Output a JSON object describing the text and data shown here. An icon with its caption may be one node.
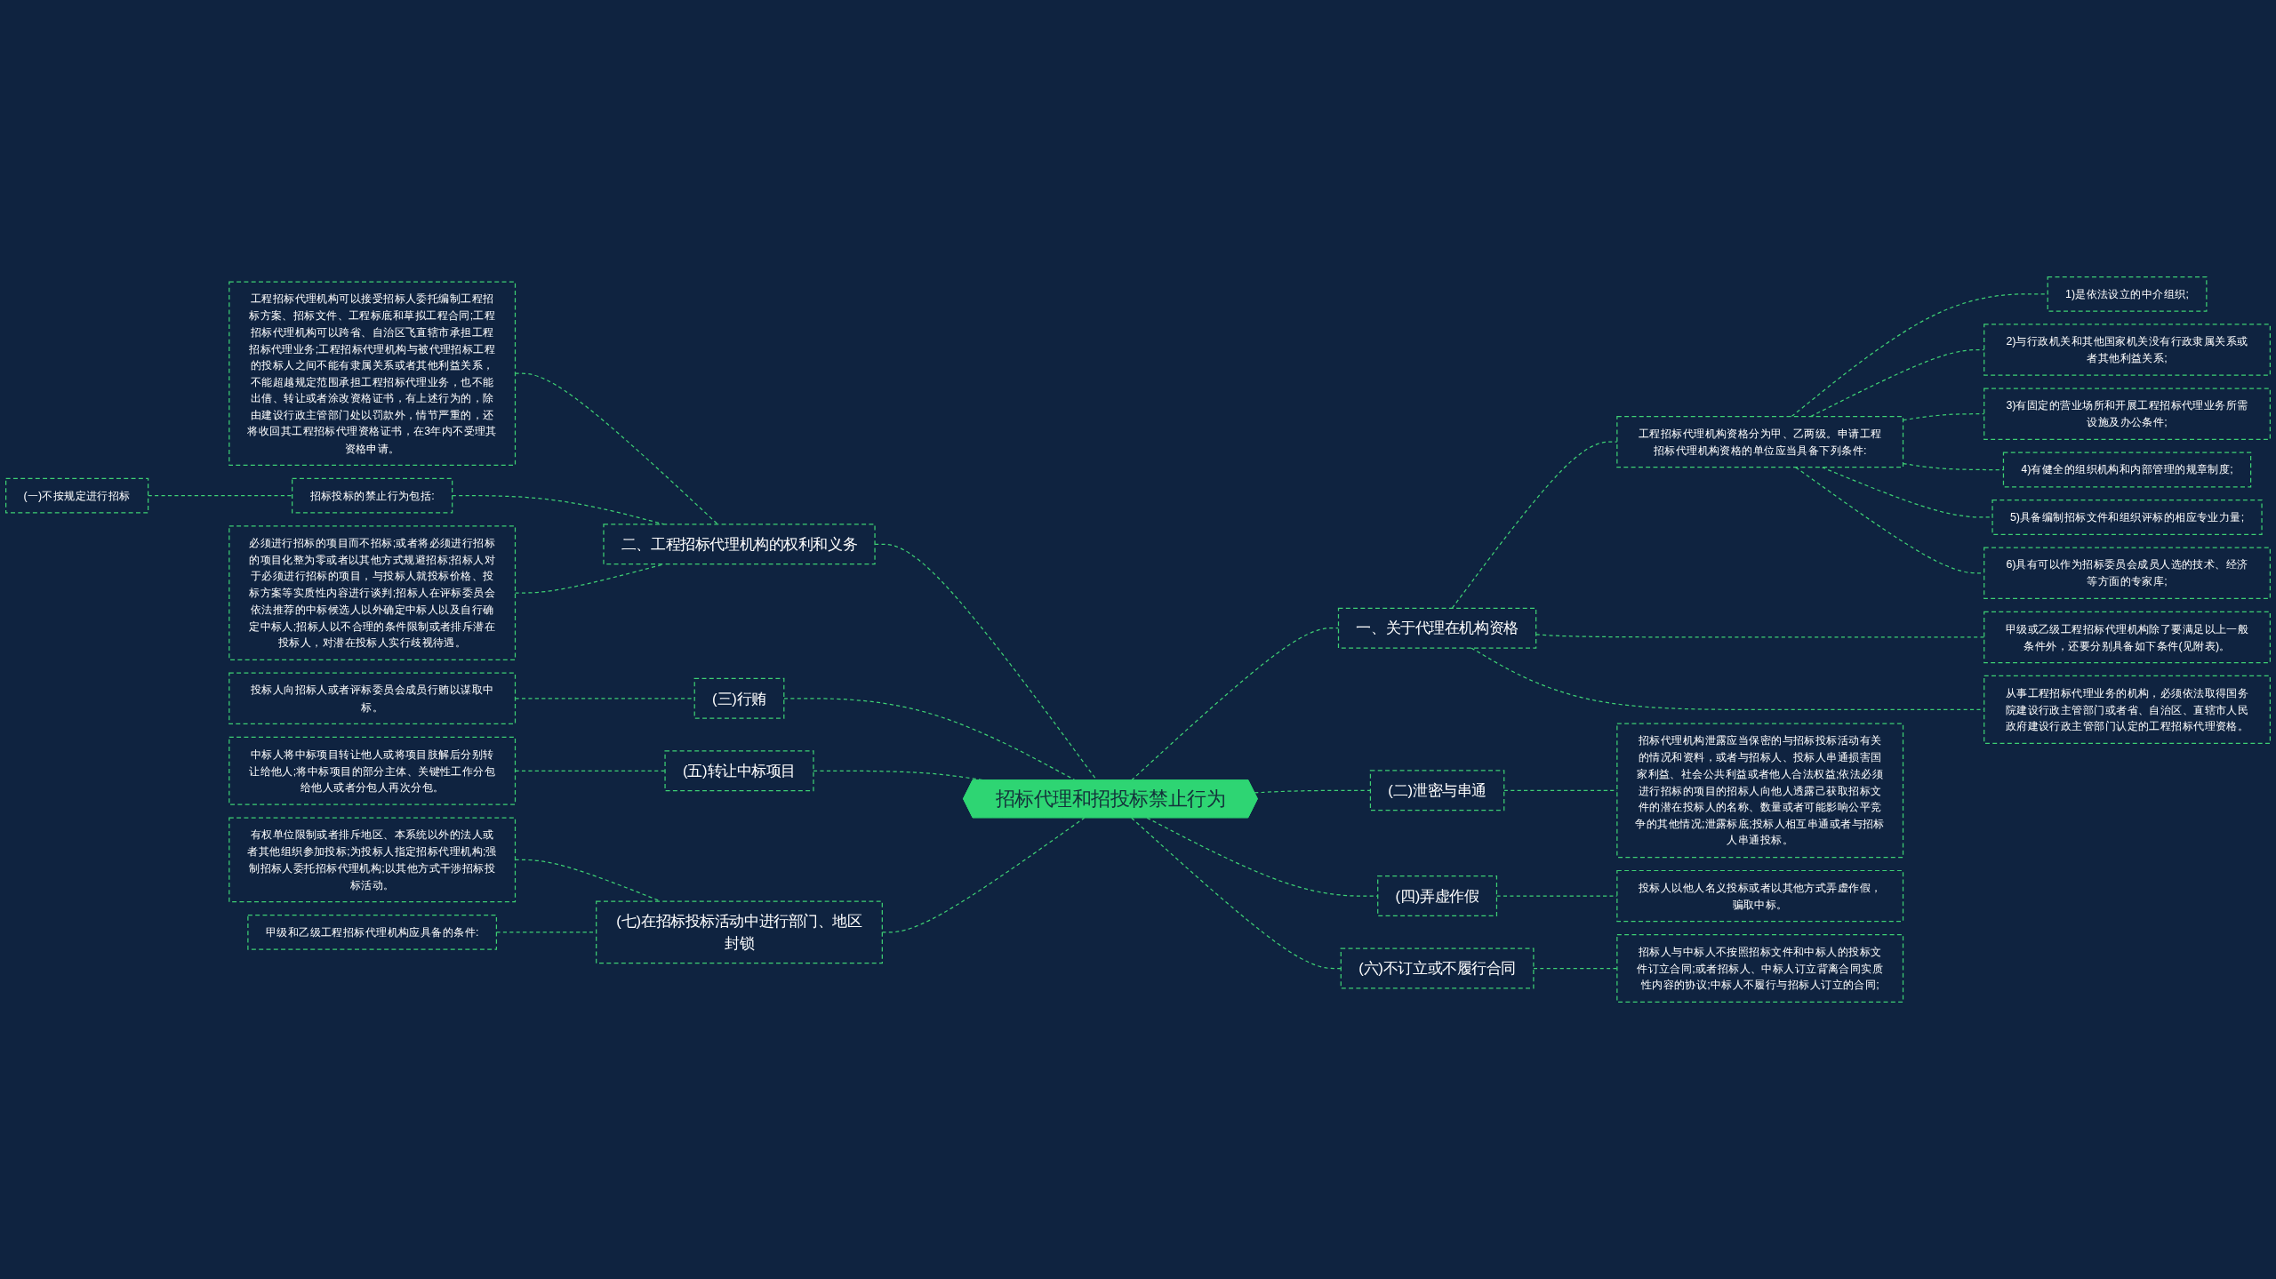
{
  "diagram": {
    "nodes": [
      {
        "text": [
          "招标代理和招投标禁止行为"
        ]
      },
      {
        "text": [
          "一、关于代理在机构资格"
        ]
      },
      {
        "text": [
          "工程招标代理机构资格分为甲、乙两级。申请工程招标代理机构资格的单位应当具备下列条件:"
        ]
      },
      {
        "text": [
          "1)是依法设立的中介组织;"
        ]
      },
      {
        "text": [
          "2)与行政机关和其他国家机关没有行政隶属关系或者其他利益关系;"
        ]
      },
      {
        "text": [
          "3)有固定的营业场所和开展工程招标代理业务所需设施及办公条件;"
        ]
      },
      {
        "text": [
          "4)有健全的组织机构和内部管理的规章制度;"
        ]
      },
      {
        "text": [
          "5)具备编制招标文件和组织评标的相应专业力量;"
        ]
      },
      {
        "text": [
          "6)具有可以作为招标委员会成员人选的技术、经济等方面的专家库;"
        ]
      },
      {
        "text": [
          "甲级或乙级工程招标代理机构除了要满足以上一般条件外，还要分别具备如下条件(见附表)。"
        ]
      },
      {
        "text": [
          "从事工程招标代理业务的机构，必须依法取得国务院建设行政主管部门或者省、自治区、直辖市人民政府建设行政主管部门认定的工程招标代理资格。"
        ]
      },
      {
        "text": [
          "(二)泄密与串通"
        ]
      },
      {
        "text": [
          "招标代理机构泄露应当保密的与招标投标活动有关的情况和资料，或者与招标人、投标人串通损害国家利益、社会公共利益或者他人合法权益;依法必须进行招标的项目的招标人向他人透露己获取招标文件的潜在投标人的名称、数量或者可能影响公平竞争的其他情况;泄露标底;投标人相互串通或者与招标人串通投标。"
        ]
      },
      {
        "text": [
          "(四)弄虚作假"
        ]
      },
      {
        "text": [
          "投标人以他人名义投标或者以其他方式弄虚作假，骗取中标。"
        ]
      },
      {
        "text": [
          "(六)不订立或不履行合同"
        ]
      },
      {
        "text": [
          "招标人与中标人不按照招标文件和中标人的投标文件订立合同;或者招标人、中标人订立背离合同实质性内容的协议;中标人不履行与招标人订立的合同;"
        ]
      },
      {
        "text": [
          "二、工程招标代理机构的权利和义务"
        ]
      },
      {
        "text": [
          "工程招标代理机构可以接受招标人委托编制工程招标方案、招标文件、工程标底和草拟工程合同;工程招标代理机构可以跨省、自治区飞直辖市承担工程招标代理业务;工程招标代理机构与被代理招标工程的投标人之间不能有隶属关系或者其他利益关系，不能超越规定范围承担工程招标代理业务，也不能出借、转让或者涂改资格证书，有上述行为的，除由建设行政主管部门处以罚款外，情节严重的，还将收回其工程招标代理资格证书，在3年内不受理其资格申请。"
        ]
      },
      {
        "text": [
          "招标投标的禁止行为包括:"
        ]
      },
      {
        "text": [
          "(一)不按规定进行招标"
        ]
      },
      {
        "text": [
          "必须进行招标的项目而不招标;或者将必须进行招标的项目化整为零或者以其他方式规避招标;招标人对于必须进行招标的项目，与投标人就投标价格、投标方案等实质性内容进行谈判;招标人在评标委员会依法推荐的中标候选人以外确定中标人以及自行确定中标人;招标人以不合理的条件限制或者排斥潜在投标人，对潜在投标人实行歧视待遇。"
        ]
      },
      {
        "text": [
          "(三)行贿"
        ]
      },
      {
        "text": [
          "投标人向招标人或者评标委员会成员行贿以谋取中标。"
        ]
      },
      {
        "text": [
          "(五)转让中标项目"
        ]
      },
      {
        "text": [
          "中标人将中标项目转让他人或将项目肢解后分别转让给他人;将中标项目的部分主体、关键性工作分包给他人或者分包人再次分包。"
        ]
      },
      {
        "text": [
          "(七)在招标投标活动中进行部门、地区封锁"
        ]
      },
      {
        "text": [
          "有权单位限制或者排斥地区、本系统以外的法人或者其他组织参加投标;为投标人指定招标代理机构;强制招标人委托招标代理机构;以其他方式干涉招标投标活动。"
        ]
      },
      {
        "text": [
          "甲级和乙级工程招标代理机构应具备的条件:"
        ]
      }
    ],
    "edges": [
      {
        "from": 0,
        "to": 1,
        "arrow": "none"
      },
      {
        "from": 1,
        "to": 2,
        "arrow": "none"
      },
      {
        "from": 2,
        "to": 3,
        "arrow": "none"
      },
      {
        "from": 2,
        "to": 4,
        "arrow": "none"
      },
      {
        "from": 2,
        "to": 5,
        "arrow": "none"
      },
      {
        "from": 2,
        "to": 6,
        "arrow": "none"
      },
      {
        "from": 2,
        "to": 7,
        "arrow": "none"
      },
      {
        "from": 2,
        "to": 8,
        "arrow": "none"
      },
      {
        "from": 1,
        "to": 9,
        "arrow": "none"
      },
      {
        "from": 1,
        "to": 10,
        "arrow": "none"
      },
      {
        "from": 0,
        "to": 11,
        "arrow": "none"
      },
      {
        "from": 11,
        "to": 12,
        "arrow": "none"
      },
      {
        "from": 0,
        "to": 13,
        "arrow": "none"
      },
      {
        "from": 13,
        "to": 14,
        "arrow": "none"
      },
      {
        "from": 0,
        "to": 15,
        "arrow": "none"
      },
      {
        "from": 15,
        "to": 16,
        "arrow": "none"
      },
      {
        "from": 0,
        "to": 17,
        "arrow": "none"
      },
      {
        "from": 17,
        "to": 18,
        "arrow": "none"
      },
      {
        "from": 17,
        "to": 19,
        "arrow": "none"
      },
      {
        "from": 19,
        "to": 20,
        "arrow": "none"
      },
      {
        "from": 17,
        "to": 21,
        "arrow": "none"
      },
      {
        "from": 0,
        "to": 22,
        "arrow": "none"
      },
      {
        "from": 22,
        "to": 23,
        "arrow": "none"
      },
      {
        "from": 0,
        "to": 24,
        "arrow": "none"
      },
      {
        "from": 24,
        "to": 25,
        "arrow": "none"
      },
      {
        "from": 0,
        "to": 26,
        "arrow": "none"
      },
      {
        "from": 26,
        "to": 27,
        "arrow": "none"
      },
      {
        "from": 26,
        "to": 28,
        "arrow": "none"
      }
    ]
  }
}
